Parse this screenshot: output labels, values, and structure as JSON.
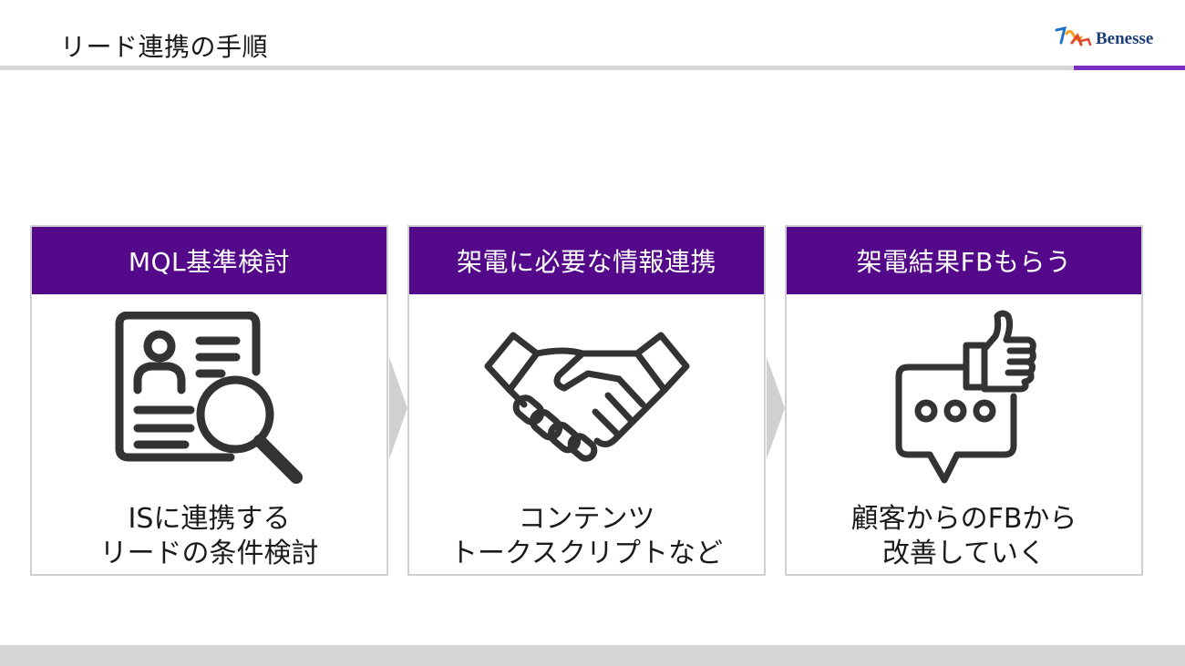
{
  "slide": {
    "title": "リード連携の手順",
    "brand": "Benesse"
  },
  "steps": [
    {
      "header": "MQL基準検討",
      "line1": "ISに連携する",
      "line2": "リードの条件検討",
      "icon": "profile-search-icon"
    },
    {
      "header": "架電に必要な情報連携",
      "line1": "コンテンツ",
      "line2": "トークスクリプトなど",
      "icon": "handshake-icon"
    },
    {
      "header": "架電結果FBもらう",
      "line1": "顧客からのFBから",
      "line2": "改善していく",
      "icon": "thumbs-up-chat-icon"
    }
  ],
  "colors": {
    "header_bg": "#54098a",
    "accent": "#7a2fc0",
    "rule": "#d6d6d6",
    "icon_stroke": "#333333"
  }
}
